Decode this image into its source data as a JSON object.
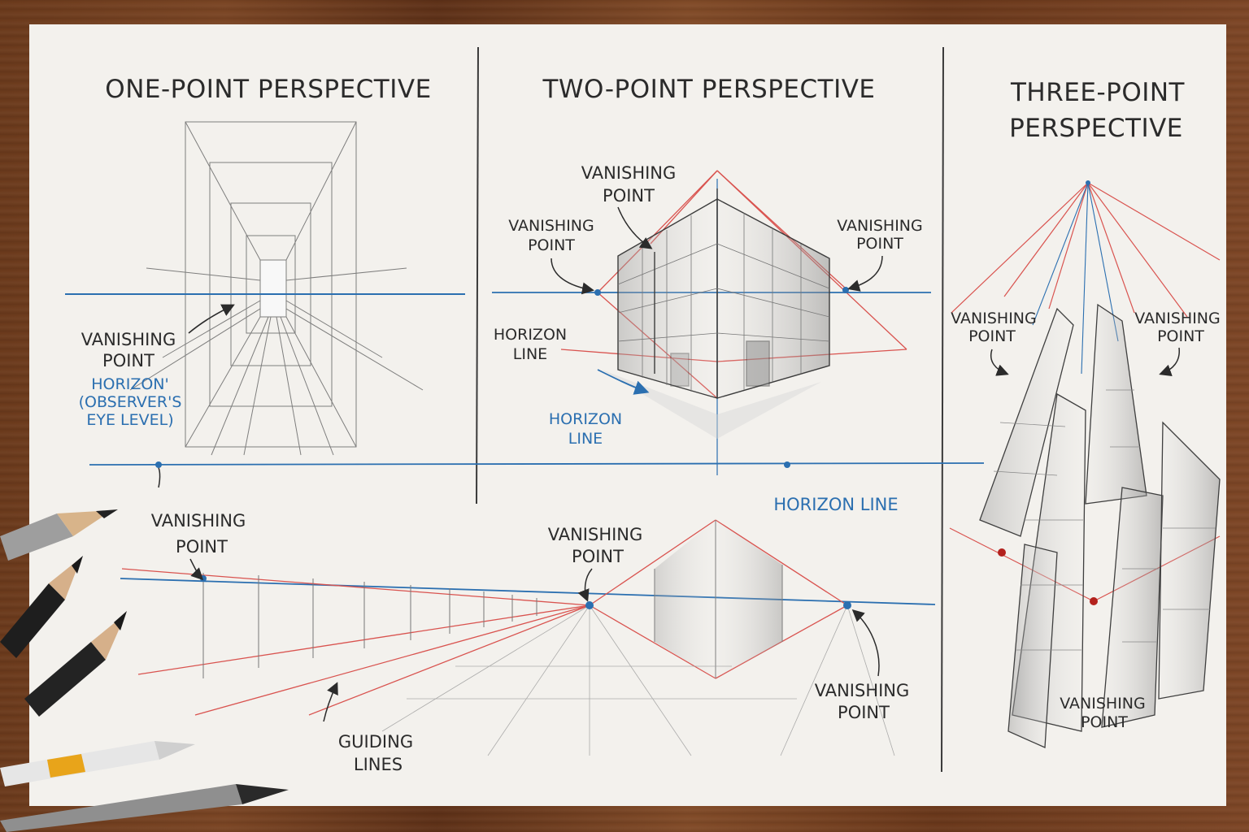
{
  "panels": {
    "one_point": {
      "title": "ONE-POINT PERSPECTIVE",
      "vp_label": [
        "VANISHING",
        "POINT"
      ],
      "horizon_note": [
        "HORIZON'",
        "(OBSERVER'S",
        "EYE LEVEL)"
      ]
    },
    "two_point": {
      "title": "TWO-POINT PERSPECTIVE",
      "vp_top": [
        "VANISHING",
        "POINT"
      ],
      "vp_left": [
        "VANISHING",
        "POINT"
      ],
      "vp_right": [
        "VANISHING",
        "POINT"
      ],
      "horizon_black": [
        "HORIZON",
        "LINE"
      ],
      "horizon_blue": [
        "HORIZON",
        "LINE"
      ]
    },
    "three_point": {
      "title": [
        "THREE-POINT",
        "PERSPECTIVE"
      ],
      "vp_left": [
        "VANISHING",
        "POINT"
      ],
      "vp_right": [
        "VANISHING",
        "POINT"
      ],
      "vp_bottom": [
        "VANISHING",
        "POINT"
      ]
    },
    "bottom": {
      "vp_left": [
        "VANISHING",
        "POINT"
      ],
      "vp_center": [
        "VANISHING",
        "POINT"
      ],
      "vp_right": [
        "VANISHING",
        "POINT"
      ],
      "horizon_line": "HORIZON LINE",
      "guiding_lines": [
        "GUIDING",
        "LINES"
      ]
    }
  },
  "colors": {
    "horizon_blue": "#2b6fb0",
    "guide_red": "#d9534f",
    "pencil_gray": "#555555",
    "paper": "#f3f1ed"
  }
}
